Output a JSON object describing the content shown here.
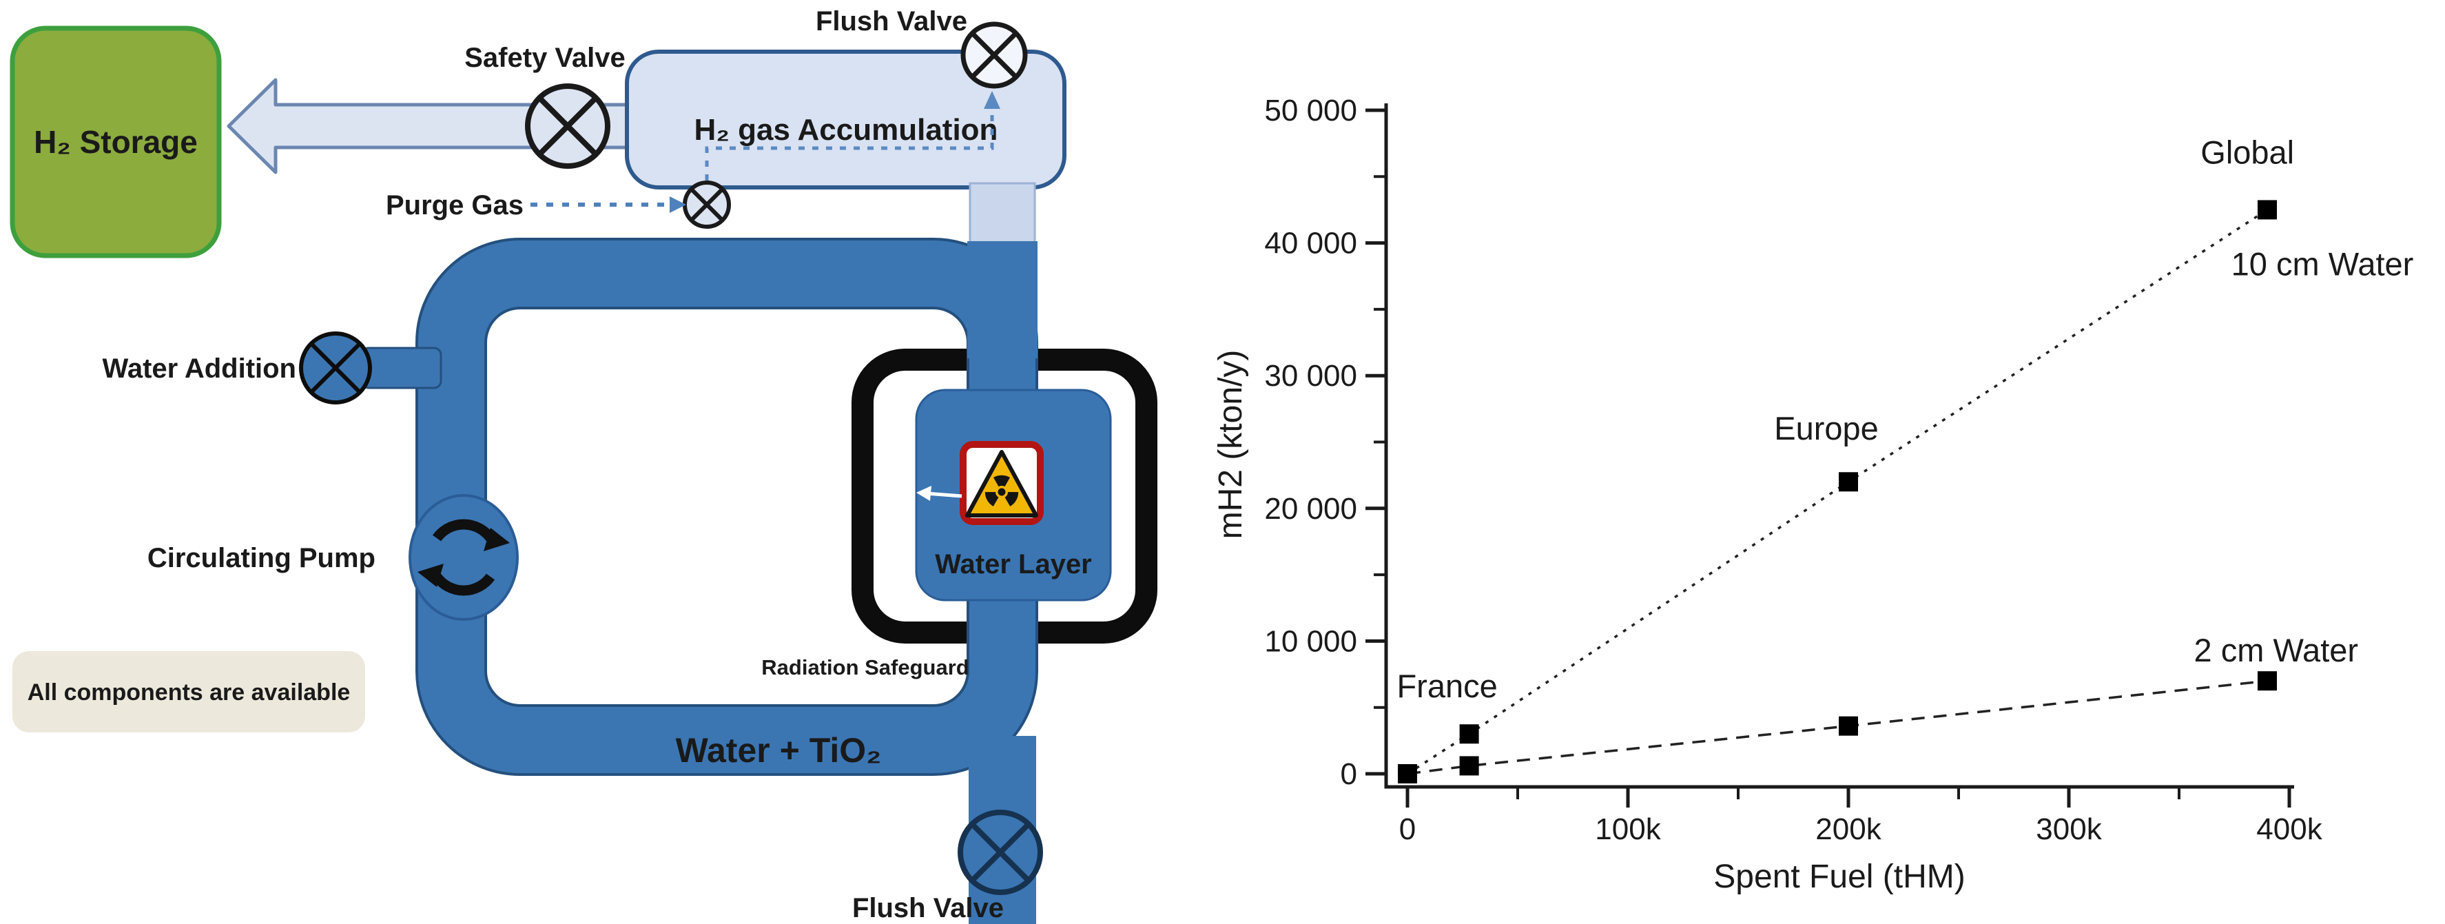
{
  "diagram": {
    "h2_storage": "H₂ Storage",
    "safety_valve": "Safety Valve",
    "flush_valve_top": "Flush Valve",
    "h2_accumulation": "H₂ gas Accumulation",
    "purge_gas": "Purge Gas",
    "water_addition": "Water Addition",
    "circulating_pump": "Circulating Pump",
    "water_layer": "Water Layer",
    "radiation_safeguard": "Radiation Safeguard",
    "water_tio2": "Water + TiO₂",
    "flush_valve_bottom": "Flush Valve",
    "note": "All components are available",
    "colors": {
      "pipe_blue": "#3b76b3",
      "pipe_edge": "#24507e",
      "light_blue_fill": "#d9e2f2",
      "light_blue_edge": "#2e5a8f",
      "storage_green": "#8cac3e",
      "storage_green_edge": "#3da03d",
      "warning_red": "#b21512",
      "warning_yellow": "#f2b705",
      "note_beige": "#ece8db",
      "dashed_blue": "#4f81bd"
    }
  },
  "chart_data": {
    "type": "line",
    "title": "",
    "xlabel": "Spent Fuel (tHM)",
    "ylabel": "mH2 (kton/y)",
    "xlim": [
      0,
      400000
    ],
    "ylim": [
      0,
      50000
    ],
    "grid": false,
    "legend_position": "inline-annotations",
    "x_ticks": {
      "major": [
        {
          "v": 0,
          "label": "0"
        },
        {
          "v": 100000,
          "label": "100k"
        },
        {
          "v": 200000,
          "label": "200k"
        },
        {
          "v": 300000,
          "label": "300k"
        },
        {
          "v": 400000,
          "label": "400k"
        }
      ],
      "minor": [
        50000,
        150000,
        250000,
        350000
      ]
    },
    "y_ticks": {
      "major": [
        {
          "v": 0,
          "label": "0"
        },
        {
          "v": 10000,
          "label": "10 000"
        },
        {
          "v": 20000,
          "label": "20 000"
        },
        {
          "v": 30000,
          "label": "30 000"
        },
        {
          "v": 40000,
          "label": "40 000"
        },
        {
          "v": 50000,
          "label": "50 000"
        }
      ],
      "minor": [
        5000,
        15000,
        25000,
        35000,
        45000
      ]
    },
    "series": [
      {
        "name": "10 cm Water",
        "style": "dotted",
        "x": [
          0,
          28000,
          200000,
          390000
        ],
        "y": [
          0,
          3000,
          22000,
          42500
        ]
      },
      {
        "name": "2 cm Water",
        "style": "dashed",
        "x": [
          0,
          28000,
          200000,
          390000
        ],
        "y": [
          0,
          600,
          3600,
          7000
        ]
      }
    ],
    "annotations": [
      {
        "text": "France",
        "x": 18000,
        "y": 6600
      },
      {
        "text": "Europe",
        "x": 190000,
        "y": 26000
      },
      {
        "text": "Global",
        "x": 381000,
        "y": 46800
      },
      {
        "text": "10 cm Water",
        "x": 415000,
        "y": 38400
      },
      {
        "text": "2 cm Water",
        "x": 394000,
        "y": 9300
      }
    ]
  }
}
